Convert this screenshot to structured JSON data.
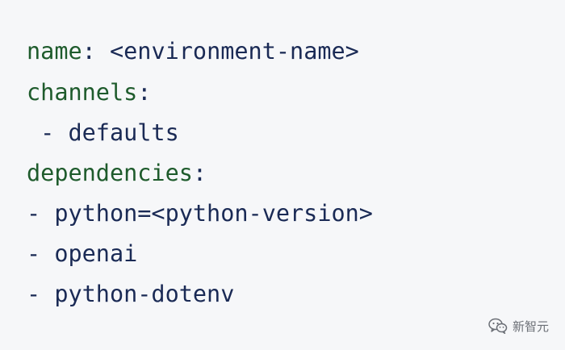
{
  "code": {
    "lines": [
      {
        "key": "name",
        "sep": ":",
        "value": " <environment-name>"
      },
      {
        "key": "channels",
        "sep": ":",
        "value": ""
      },
      {
        "key": "",
        "sep": "",
        "value": " - defaults"
      },
      {
        "key": "dependencies",
        "sep": ":",
        "value": ""
      },
      {
        "key": "",
        "sep": "",
        "value": "- python=<python-version>"
      },
      {
        "key": "",
        "sep": "",
        "value": "- openai"
      },
      {
        "key": "",
        "sep": "",
        "value": "- python-dotenv"
      }
    ]
  },
  "watermark": {
    "text": "新智元",
    "icon": "wechat-icon"
  },
  "colors": {
    "background": "#f6f7f9",
    "key": "#1e5b2c",
    "text": "#1a2a55"
  }
}
